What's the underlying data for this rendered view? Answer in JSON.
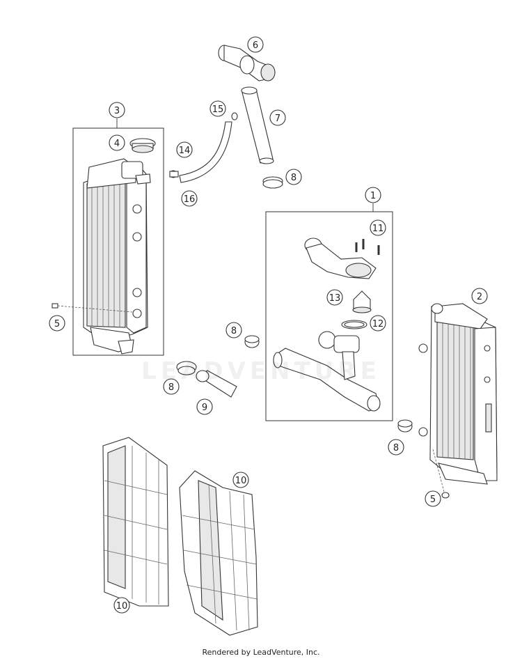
{
  "footer": {
    "text": "Rendered by LeadVenture, Inc."
  },
  "watermark": {
    "text": "LEADVENTURE"
  },
  "callouts": [
    "1",
    "2",
    "3",
    "4",
    "5",
    "5",
    "6",
    "7",
    "8",
    "8",
    "8",
    "8",
    "9",
    "10",
    "10",
    "11",
    "12",
    "13",
    "14",
    "15",
    "16"
  ]
}
